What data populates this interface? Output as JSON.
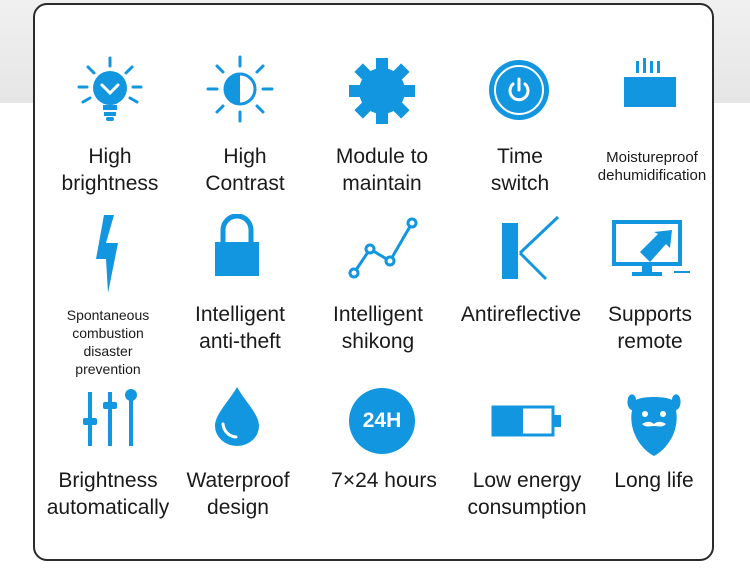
{
  "accent_color": "#1296e0",
  "features": [
    {
      "icon": "light-bulb-icon",
      "lines": [
        "High",
        "brightness"
      ]
    },
    {
      "icon": "sun-contrast-icon",
      "lines": [
        "High",
        "Contrast"
      ]
    },
    {
      "icon": "gear-icon",
      "lines": [
        "Module to",
        "maintain"
      ]
    },
    {
      "icon": "power-button-icon",
      "lines": [
        "Time",
        "switch"
      ]
    },
    {
      "icon": "humidifier-icon",
      "lines": [
        "Moistureproof",
        "dehumidification"
      ]
    },
    {
      "icon": "lightning-bolt-icon",
      "lines": [
        "Spontaneous",
        "combustion",
        "disaster",
        "prevention"
      ]
    },
    {
      "icon": "padlock-icon",
      "lines": [
        "Intelligent",
        "anti-theft"
      ]
    },
    {
      "icon": "line-graph-icon",
      "lines": [
        "Intelligent",
        "shikong"
      ]
    },
    {
      "icon": "antireflective-panel-icon",
      "lines": [
        "Antireflective"
      ]
    },
    {
      "icon": "monitor-cursor-icon",
      "lines": [
        "Supports",
        "remote"
      ]
    },
    {
      "icon": "sliders-icon",
      "lines": [
        "Brightness",
        "automatically"
      ]
    },
    {
      "icon": "water-drop-icon",
      "lines": [
        "Waterproof",
        "design"
      ]
    },
    {
      "icon": "24h-clock-icon",
      "lines": [
        "7×24 hours"
      ],
      "badge": "24H"
    },
    {
      "icon": "low-battery-icon",
      "lines": [
        "Low energy",
        "consumption"
      ]
    },
    {
      "icon": "bearded-face-icon",
      "lines": [
        "Long life"
      ]
    }
  ]
}
